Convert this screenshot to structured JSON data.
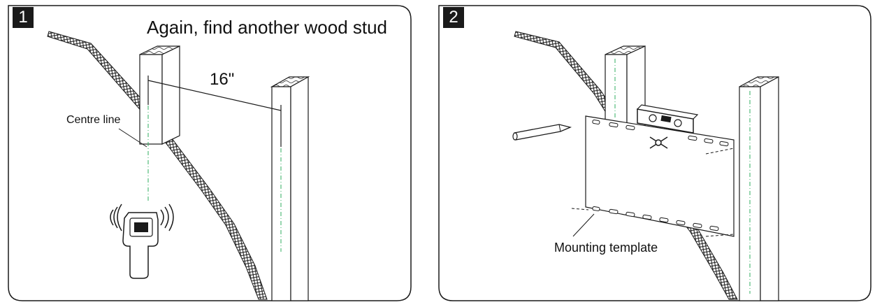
{
  "panels": [
    {
      "step": "1",
      "title": "Again, find another wood stud",
      "measurement": "16\"",
      "callout": "Centre line"
    },
    {
      "step": "2",
      "callout": "Mounting template"
    }
  ],
  "colors": {
    "outline": "#1a1a1a",
    "centre_line": "#2fae5f",
    "wood": "#ffffff"
  }
}
